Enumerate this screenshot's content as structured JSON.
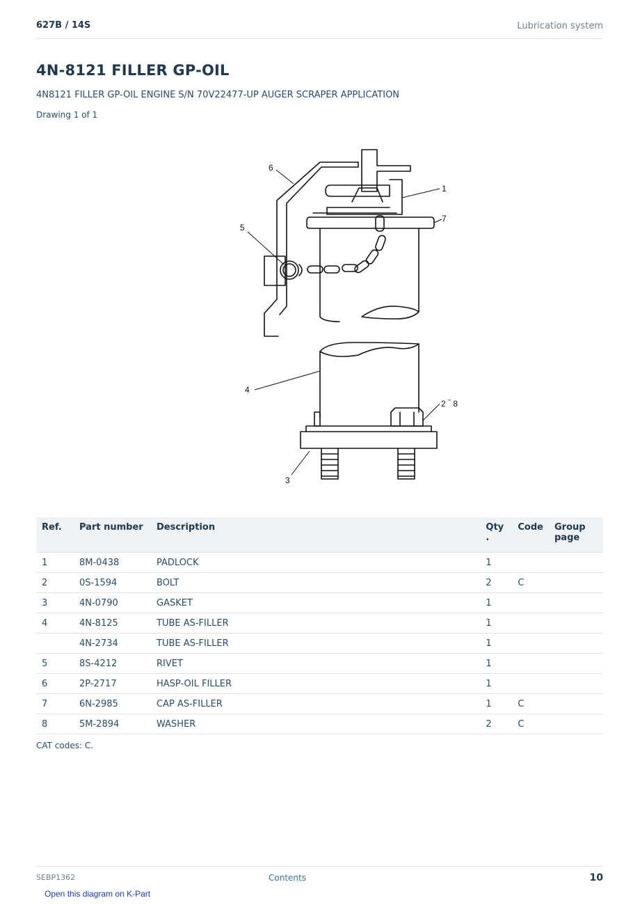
{
  "header": {
    "model": "627B  /  14S",
    "section": "Lubrication system"
  },
  "title": "4N-8121 FILLER GP-OIL",
  "subtitle": "4N8121 FILLER GP-OIL ENGINE S/N 70V22477-UP AUGER SCRAPER APPLICATION",
  "drawing_count": "Drawing 1 of 1",
  "drawing": {
    "callouts": {
      "c6": "6",
      "c1": "1",
      "c5": "5",
      "c7": "7",
      "c4": "4",
      "c28": "2 ‾ 8",
      "c3": "3"
    }
  },
  "table": {
    "headers": {
      "ref": "Ref.",
      "part_number": "Part number",
      "description": "Description",
      "qty": "Qty .",
      "code": "Code",
      "group_page": "Group page"
    },
    "rows": [
      {
        "ref": "1",
        "part_number": "8M-0438",
        "description": "PADLOCK",
        "qty": "1",
        "code": ""
      },
      {
        "ref": "2",
        "part_number": "0S-1594",
        "description": "BOLT",
        "qty": "2",
        "code": "C"
      },
      {
        "ref": "3",
        "part_number": "4N-0790",
        "description": "GASKET",
        "qty": "1",
        "code": ""
      },
      {
        "ref": "4",
        "part_number": "4N-8125",
        "description": "TUBE AS-FILLER",
        "qty": "1",
        "code": ""
      },
      {
        "ref": "",
        "part_number": "4N-2734",
        "description": "TUBE AS-FILLER",
        "qty": "1",
        "code": ""
      },
      {
        "ref": "5",
        "part_number": "8S-4212",
        "description": "RIVET",
        "qty": "1",
        "code": ""
      },
      {
        "ref": "6",
        "part_number": "2P-2717",
        "description": "HASP-OIL FILLER",
        "qty": "1",
        "code": ""
      },
      {
        "ref": "7",
        "part_number": "6N-2985",
        "description": "CAP AS-FILLER",
        "qty": "1",
        "code": "C"
      },
      {
        "ref": "8",
        "part_number": "5M-2894",
        "description": "WASHER",
        "qty": "2",
        "code": "C"
      }
    ]
  },
  "cat_codes": "CAT codes: C.",
  "footer": {
    "doc_id": "SEBP1362",
    "contents_link": "Contents",
    "page_number": "10"
  },
  "kpart_link": "Open this diagram on K-Part"
}
